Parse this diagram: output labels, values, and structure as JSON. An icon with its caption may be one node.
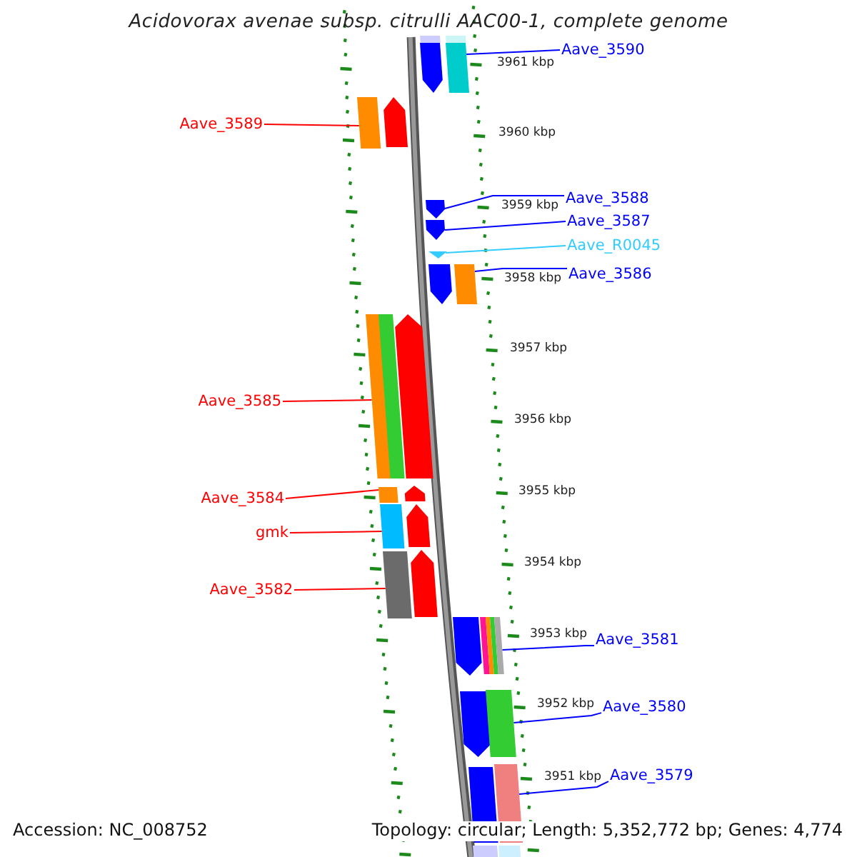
{
  "diagram": {
    "title": "Acidovorax avenae subsp. citrulli AAC00-1, complete genome",
    "nodes": [
      {
        "text": [
          "Aave_3590"
        ]
      },
      {
        "text": [
          "Aave_3589"
        ]
      },
      {
        "text": [
          "Aave_3588"
        ]
      },
      {
        "text": [
          "Aave_3587"
        ]
      },
      {
        "text": [
          "Aave_R0045"
        ]
      },
      {
        "text": [
          "Aave_3586"
        ]
      },
      {
        "text": [
          "Aave_3585"
        ]
      },
      {
        "text": [
          "Aave_3584"
        ]
      },
      {
        "text": [
          "gmk"
        ]
      },
      {
        "text": [
          "Aave_3582"
        ]
      },
      {
        "text": [
          "Aave_3581"
        ]
      },
      {
        "text": [
          "Aave_3580"
        ]
      },
      {
        "text": [
          "Aave_3579"
        ]
      },
      {
        "text": [],
        "shape": "bar"
      },
      {
        "text": [],
        "shape": "bar"
      },
      {
        "text": [],
        "shape": "bar"
      },
      {
        "text": [],
        "shape": "bar"
      },
      {
        "text": [],
        "shape": "bar"
      },
      {
        "text": [],
        "shape": "bar"
      },
      {
        "text": [],
        "shape": "bar"
      },
      {
        "text": [],
        "shape": "bar"
      },
      {
        "text": [],
        "shape": "bar"
      },
      {
        "text": [],
        "shape": "bar"
      },
      {
        "text": [],
        "shape": "bar"
      },
      {
        "text": [],
        "shape": "bar"
      },
      {
        "text": [],
        "shape": "bar"
      },
      {
        "text": [],
        "shape": "bar"
      },
      {
        "text": [],
        "shape": "bar"
      },
      {
        "text": [],
        "shape": "bar"
      },
      {
        "text": [],
        "shape": "bar"
      },
      {
        "text": [],
        "shape": "bar"
      },
      {
        "text": [],
        "shape": "bar"
      },
      {
        "text": [],
        "shape": "bar"
      },
      {
        "text": [],
        "shape": "bar"
      },
      {
        "text": [],
        "shape": "bar"
      },
      {
        "text": [],
        "shape": "bar"
      },
      {
        "text": [],
        "shape": "bar"
      },
      {
        "text": [],
        "shape": "bar"
      },
      {
        "text": [],
        "shape": "bar"
      },
      {
        "text": [],
        "shape": "bar"
      },
      {
        "text": [],
        "shape": "bar"
      },
      {
        "text": [],
        "shape": "bar"
      },
      {
        "text": [],
        "shape": "bar"
      },
      {
        "text": [],
        "shape": "bar"
      }
    ],
    "edges": [
      {
        "from": 0,
        "to": 28,
        "arrow": "none"
      },
      {
        "from": 1,
        "to": 29,
        "arrow": "none",
        "color": "#ff0000"
      },
      {
        "from": 2,
        "to": 15,
        "arrow": "none"
      },
      {
        "from": 3,
        "to": 16,
        "arrow": "none"
      },
      {
        "from": 4,
        "to": 17,
        "arrow": "none",
        "color": "#33ccff"
      },
      {
        "from": 5,
        "to": 30,
        "arrow": "none"
      },
      {
        "from": 6,
        "to": 31,
        "arrow": "none",
        "color": "#ff0000"
      },
      {
        "from": 7,
        "to": 33,
        "arrow": "none",
        "color": "#ff0000"
      },
      {
        "from": 8,
        "to": 34,
        "arrow": "none",
        "color": "#ff0000"
      },
      {
        "from": 9,
        "to": 35,
        "arrow": "none",
        "color": "#ff0000"
      },
      {
        "from": 10,
        "to": 39,
        "arrow": "none"
      },
      {
        "from": 11,
        "to": 40,
        "arrow": "none"
      },
      {
        "from": 12,
        "to": 41,
        "arrow": "none"
      }
    ],
    "labels": [
      "3961 kbp",
      "3960 kbp",
      "3959 kbp",
      "3958 kbp",
      "3957 kbp",
      "3956 kbp",
      "3955 kbp",
      "3954 kbp",
      "3953 kbp",
      "3952 kbp",
      "3951 kbp",
      "Accession: NC_008752",
      "Topology: circular; Length: 5,352,772 bp; Genes: 4,774"
    ]
  }
}
